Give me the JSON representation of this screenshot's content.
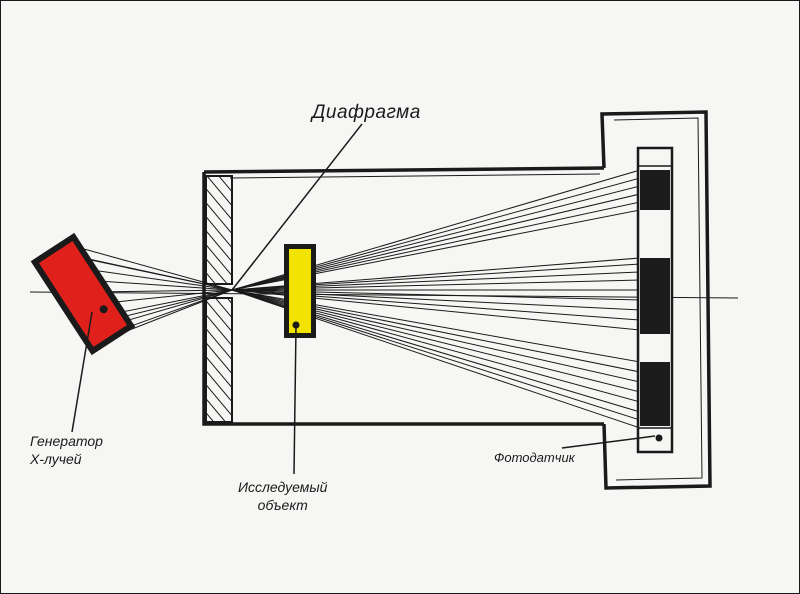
{
  "labels": {
    "diaphragm": "Диафрагма",
    "generator_line1": "Генератор",
    "generator_line2": "X-лучей",
    "object_line1": "Исследуемый",
    "object_line2": "объект",
    "photosensor": "Фотодатчик"
  },
  "colors": {
    "generator": "#e0211b",
    "object": "#f2e300",
    "ink": "#1a1a1a",
    "detector_dark": "#1c1c1c"
  }
}
